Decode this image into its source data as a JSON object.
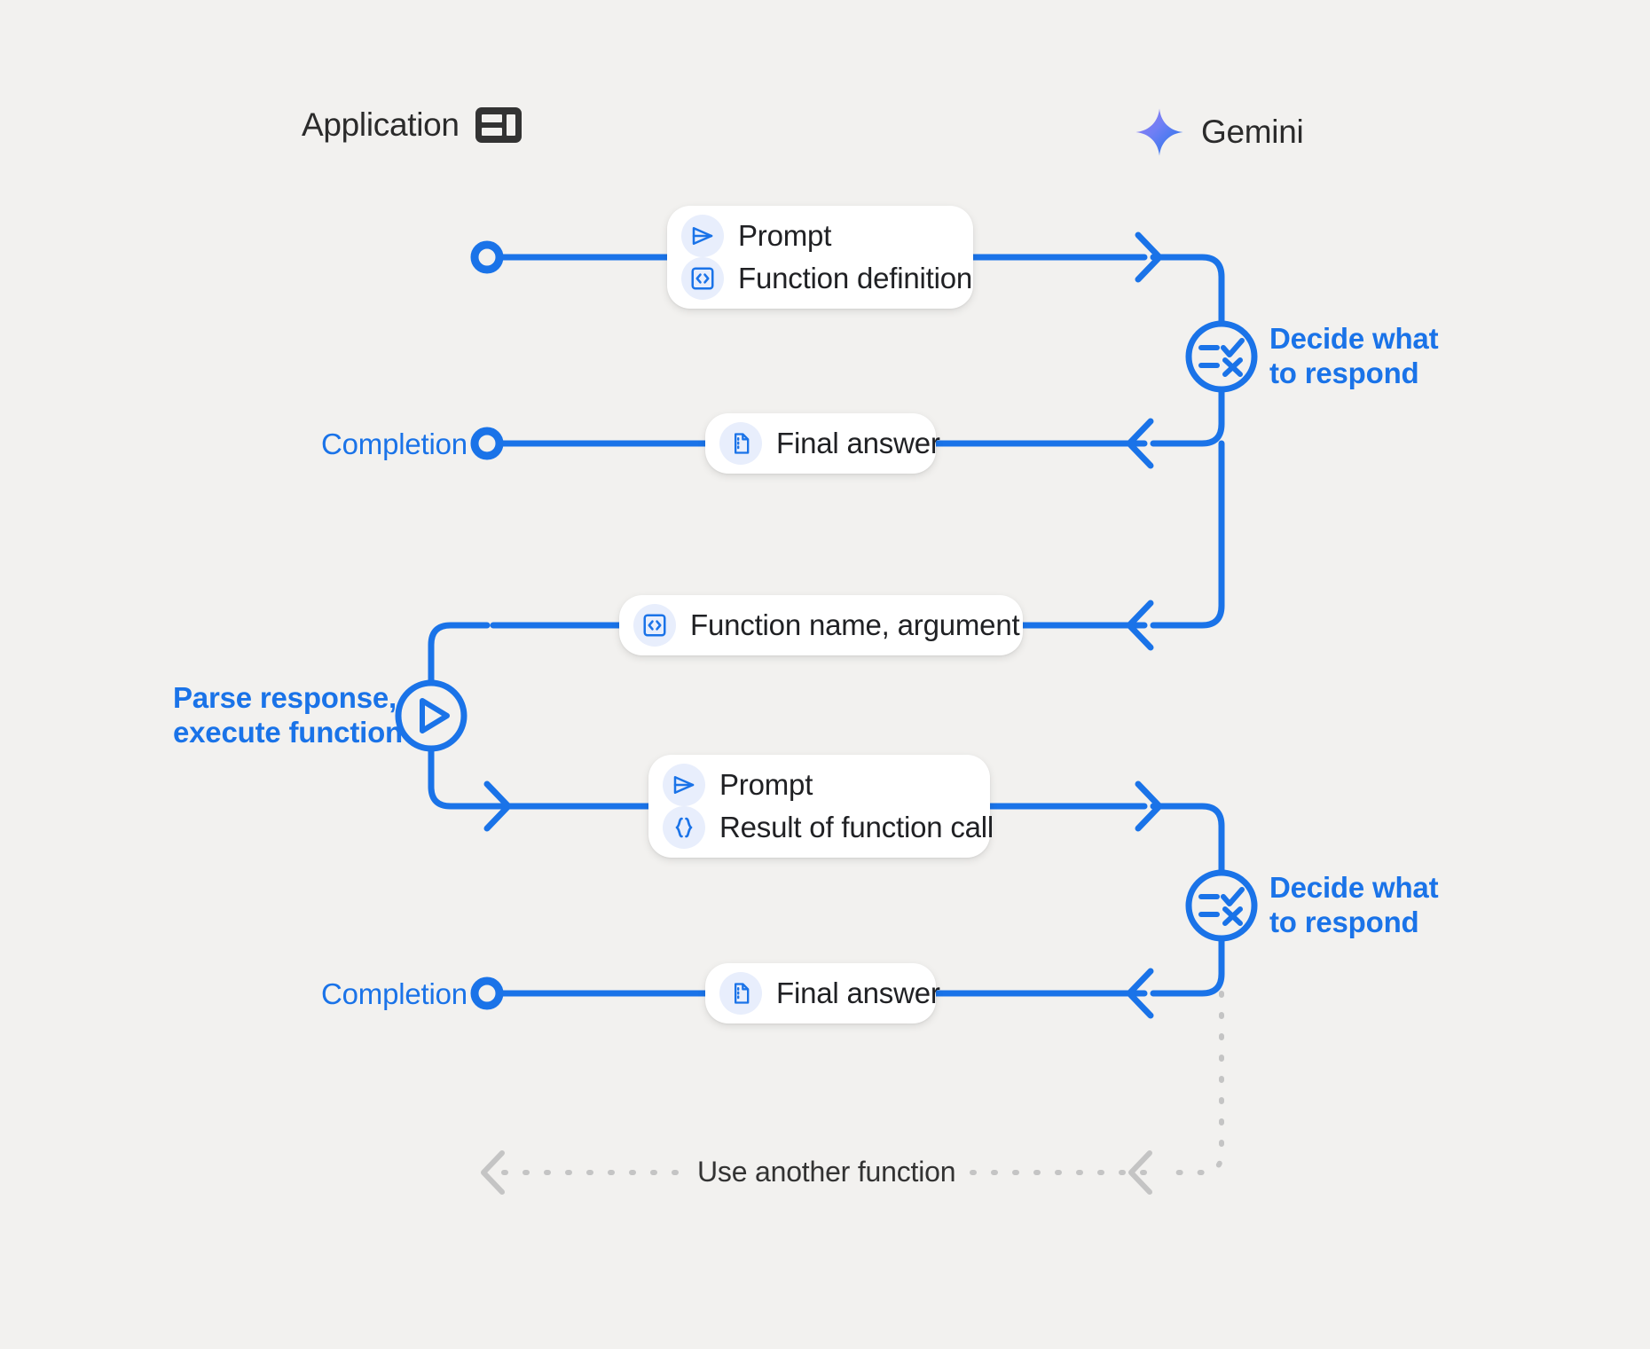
{
  "diagram": {
    "title_participants": [
      {
        "id": "application",
        "label": "Application",
        "icon": "app-window-icon"
      },
      {
        "id": "gemini",
        "label": "Gemini",
        "icon": "gemini-sparkle-icon"
      }
    ],
    "colors": {
      "background": "#f2f1ef",
      "accent_blue": "#1a73e8",
      "lifeline_gray": "#c4c4c4",
      "text_dark": "#202124",
      "badge_bg": "#e8eefc",
      "gemini_gradient_from": "#8b5cf6",
      "gemini_gradient_to": "#1a73e8"
    },
    "messages": [
      {
        "id": "msg-prompt-funcdef",
        "direction": "app-to-gemini",
        "rows": [
          {
            "icon": "send-icon",
            "text": "Prompt"
          },
          {
            "icon": "code-brackets-icon",
            "text": "Function definition"
          }
        ]
      },
      {
        "id": "msg-final-answer-1",
        "direction": "gemini-to-app",
        "rows": [
          {
            "icon": "document-icon",
            "text": "Final answer"
          }
        ]
      },
      {
        "id": "msg-function-call",
        "direction": "gemini-to-app",
        "rows": [
          {
            "icon": "code-brackets-icon",
            "text": "Function name,  argument"
          }
        ]
      },
      {
        "id": "msg-prompt-result",
        "direction": "app-to-gemini",
        "rows": [
          {
            "icon": "send-icon",
            "text": "Prompt"
          },
          {
            "icon": "curly-braces-icon",
            "text": "Result of function call"
          }
        ]
      },
      {
        "id": "msg-final-answer-2",
        "direction": "gemini-to-app",
        "rows": [
          {
            "icon": "document-icon",
            "text": "Final answer"
          }
        ]
      }
    ],
    "activities": [
      {
        "id": "decide-1",
        "icon": "decision-checklist-icon",
        "line1": "Decide what",
        "line2": "to respond",
        "side": "gemini"
      },
      {
        "id": "parse-exec",
        "icon": "play-circle-icon",
        "line1": "Parse response,",
        "line2": "execute function",
        "side": "application"
      },
      {
        "id": "decide-2",
        "icon": "decision-checklist-icon",
        "line1": "Decide what",
        "line2": "to respond",
        "side": "gemini"
      }
    ],
    "endpoints": [
      {
        "id": "start-point",
        "label": ""
      },
      {
        "id": "completion-1",
        "label": "Completion"
      },
      {
        "id": "completion-2",
        "label": "Completion"
      }
    ],
    "loop": {
      "id": "use-another-function",
      "label": "Use another function",
      "style": "dashed"
    }
  }
}
